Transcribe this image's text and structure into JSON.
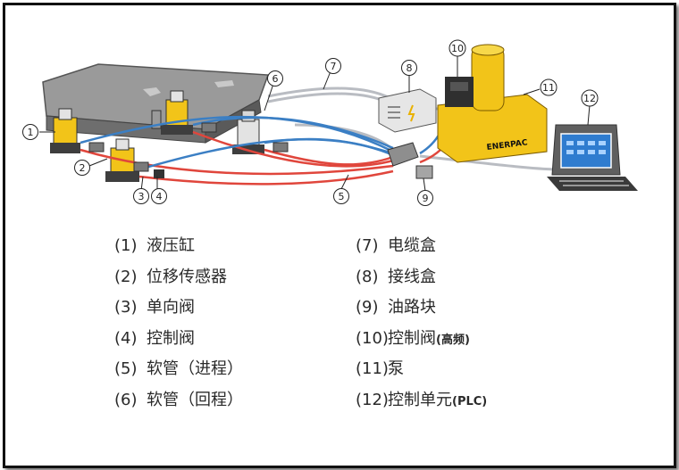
{
  "diagram": {
    "callouts": [
      "1",
      "2",
      "3",
      "4",
      "5",
      "6",
      "7",
      "8",
      "9",
      "10",
      "11",
      "12"
    ],
    "brand": "ENERPAC"
  },
  "legend": {
    "left": [
      {
        "num": "(1)",
        "label": "液压缸",
        "sub": ""
      },
      {
        "num": "(2)",
        "label": "位移传感器",
        "sub": ""
      },
      {
        "num": "(3)",
        "label": "单向阀",
        "sub": ""
      },
      {
        "num": "(4)",
        "label": "控制阀",
        "sub": ""
      },
      {
        "num": "(5)",
        "label": "软管（进程）",
        "sub": ""
      },
      {
        "num": "(6)",
        "label": "软管（回程）",
        "sub": ""
      }
    ],
    "right": [
      {
        "num": "(7)",
        "label": "电缆盒",
        "sub": ""
      },
      {
        "num": "(8)",
        "label": "接线盒",
        "sub": ""
      },
      {
        "num": "(9)",
        "label": "油路块",
        "sub": ""
      },
      {
        "num": "(10)",
        "label": "控制阀",
        "sub": "(高频)"
      },
      {
        "num": "(11)",
        "label": "泵",
        "sub": ""
      },
      {
        "num": "(12)",
        "label": "控制单元",
        "sub": "(PLC)"
      }
    ]
  },
  "colors": {
    "hose_in": "#e0463c",
    "hose_out": "#3b7fc4",
    "cable": "#b9bcc2",
    "pump": "#f2c419",
    "block": "#8e8e8e"
  }
}
